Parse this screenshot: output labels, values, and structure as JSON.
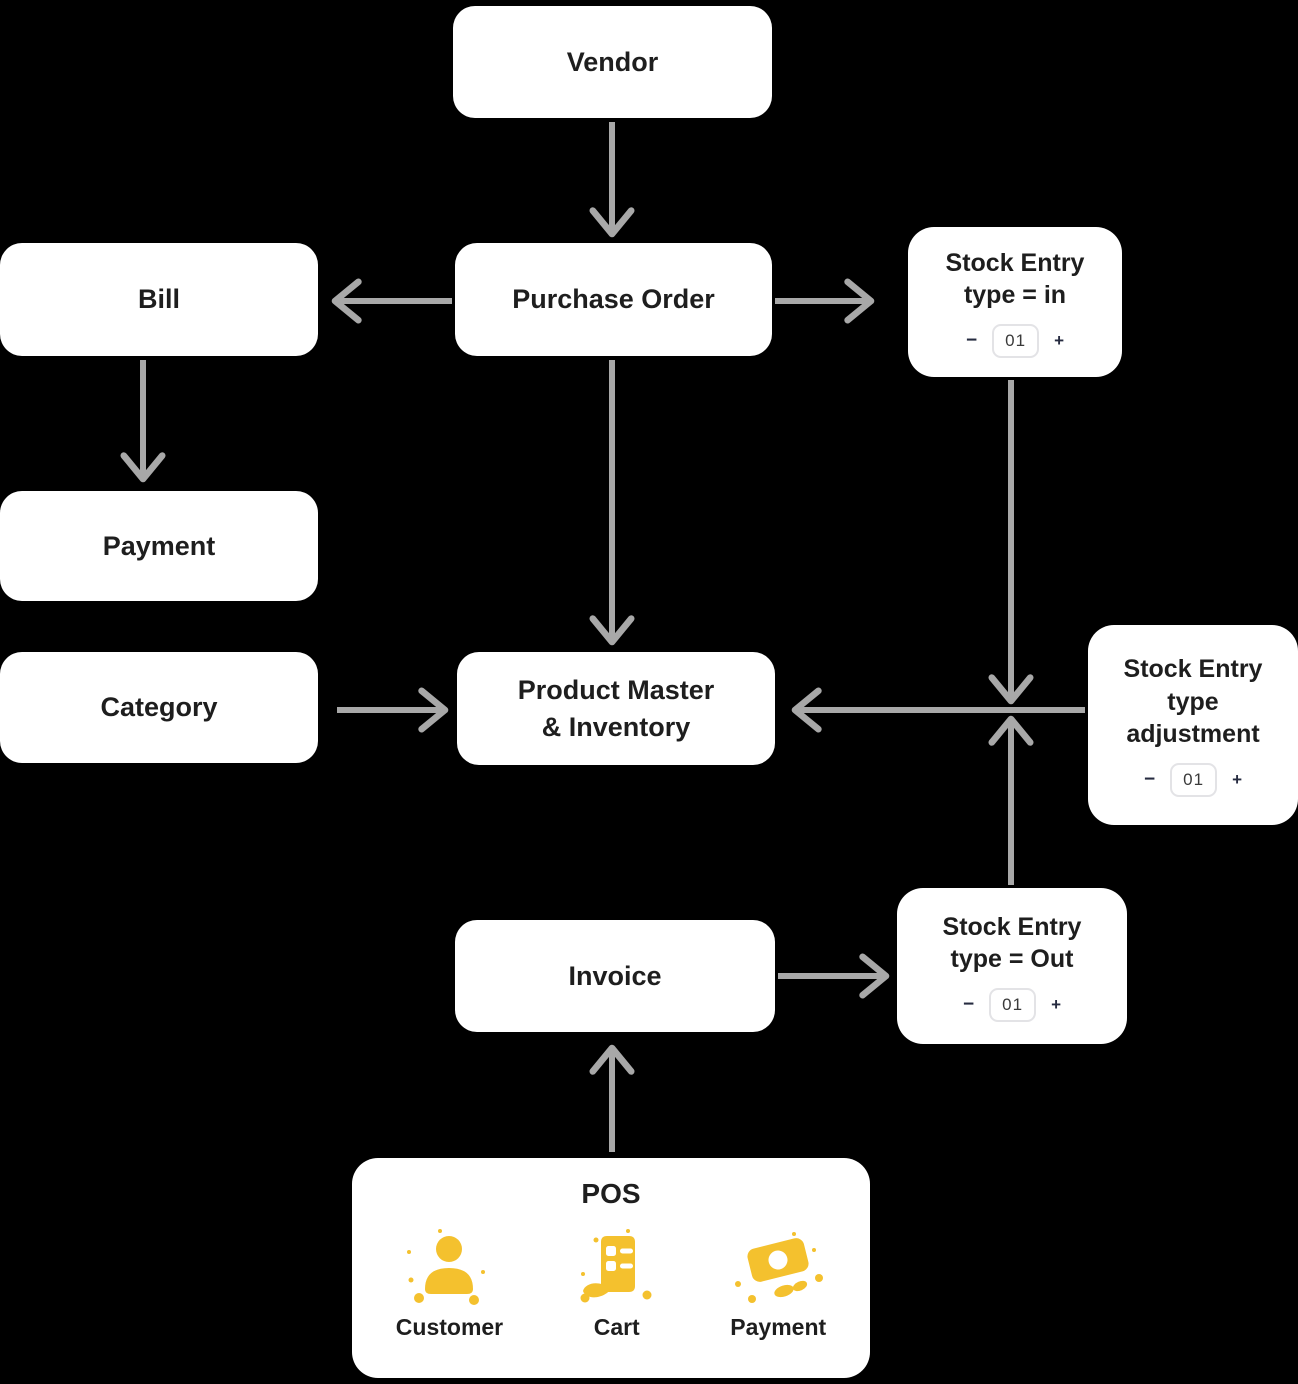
{
  "colors": {
    "background": "#000000",
    "card": "#ffffff",
    "arrow": "#a8a8a8",
    "text": "#1e1e1e",
    "accent": "#f4c12e",
    "stepper_sign": "#262b40",
    "stepper_border": "#e3e3e6",
    "stepper_value_text": "#3a3a3a"
  },
  "nodes": {
    "vendor": {
      "label": "Vendor"
    },
    "purchase_order": {
      "label": "Purchase Order"
    },
    "bill": {
      "label": "Bill"
    },
    "payment": {
      "label": "Payment"
    },
    "category": {
      "label": "Category"
    },
    "product_master": {
      "label": "Product Master\n& Inventory"
    },
    "stock_in": {
      "label": "Stock Entry\ntype = in",
      "stepper": {
        "minus": "−",
        "value": "01",
        "plus": "+"
      }
    },
    "stock_adjustment": {
      "label": "Stock Entry\ntype\nadjustment",
      "stepper": {
        "minus": "−",
        "value": "01",
        "plus": "+"
      }
    },
    "stock_out": {
      "label": "Stock Entry\ntype = Out",
      "stepper": {
        "minus": "−",
        "value": "01",
        "plus": "+"
      }
    },
    "invoice": {
      "label": "Invoice"
    },
    "pos": {
      "title": "POS",
      "items": [
        {
          "label": "Customer",
          "icon": "customer-icon"
        },
        {
          "label": "Cart",
          "icon": "cart-icon"
        },
        {
          "label": "Payment",
          "icon": "payment-icon"
        }
      ]
    }
  }
}
